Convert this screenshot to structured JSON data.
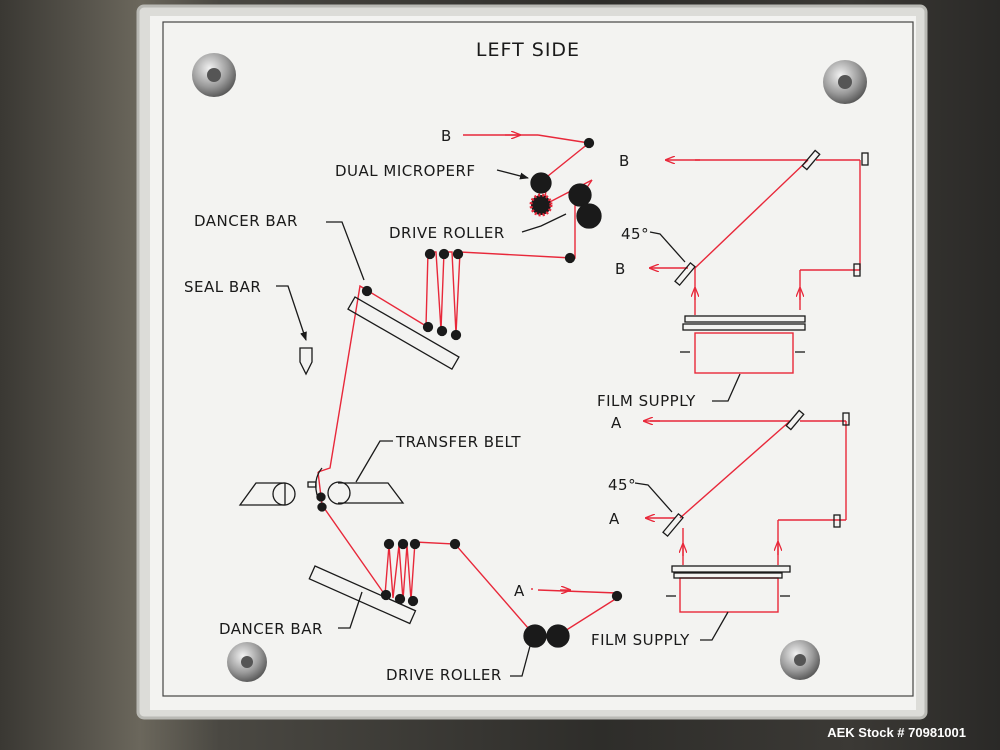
{
  "panel": {
    "title": "LEFT SIDE",
    "labels": {
      "b_top": "B",
      "dual_microperf": "DUAL MICROPERF",
      "b_right_top": "B",
      "dancer_bar_top": "DANCER BAR",
      "drive_roller_top": "DRIVE ROLLER",
      "angle_top": "45°",
      "b_right_mid": "B",
      "seal_bar": "SEAL BAR",
      "film_supply_top": "FILM SUPPLY",
      "a_right_top": "A",
      "transfer_belt": "TRANSFER BELT",
      "angle_bottom": "45°",
      "a_right_mid": "A",
      "a_bottom": "A",
      "dancer_bar_bottom": "DANCER BAR",
      "film_supply_bottom": "FILM SUPPLY",
      "drive_roller_bottom": "DRIVE ROLLER"
    }
  },
  "watermark": "AEK Stock # 70981001",
  "colors": {
    "film_path": "#e8283a",
    "diagram_ink": "#1a1a1a",
    "panel": "#f3f3f1"
  }
}
